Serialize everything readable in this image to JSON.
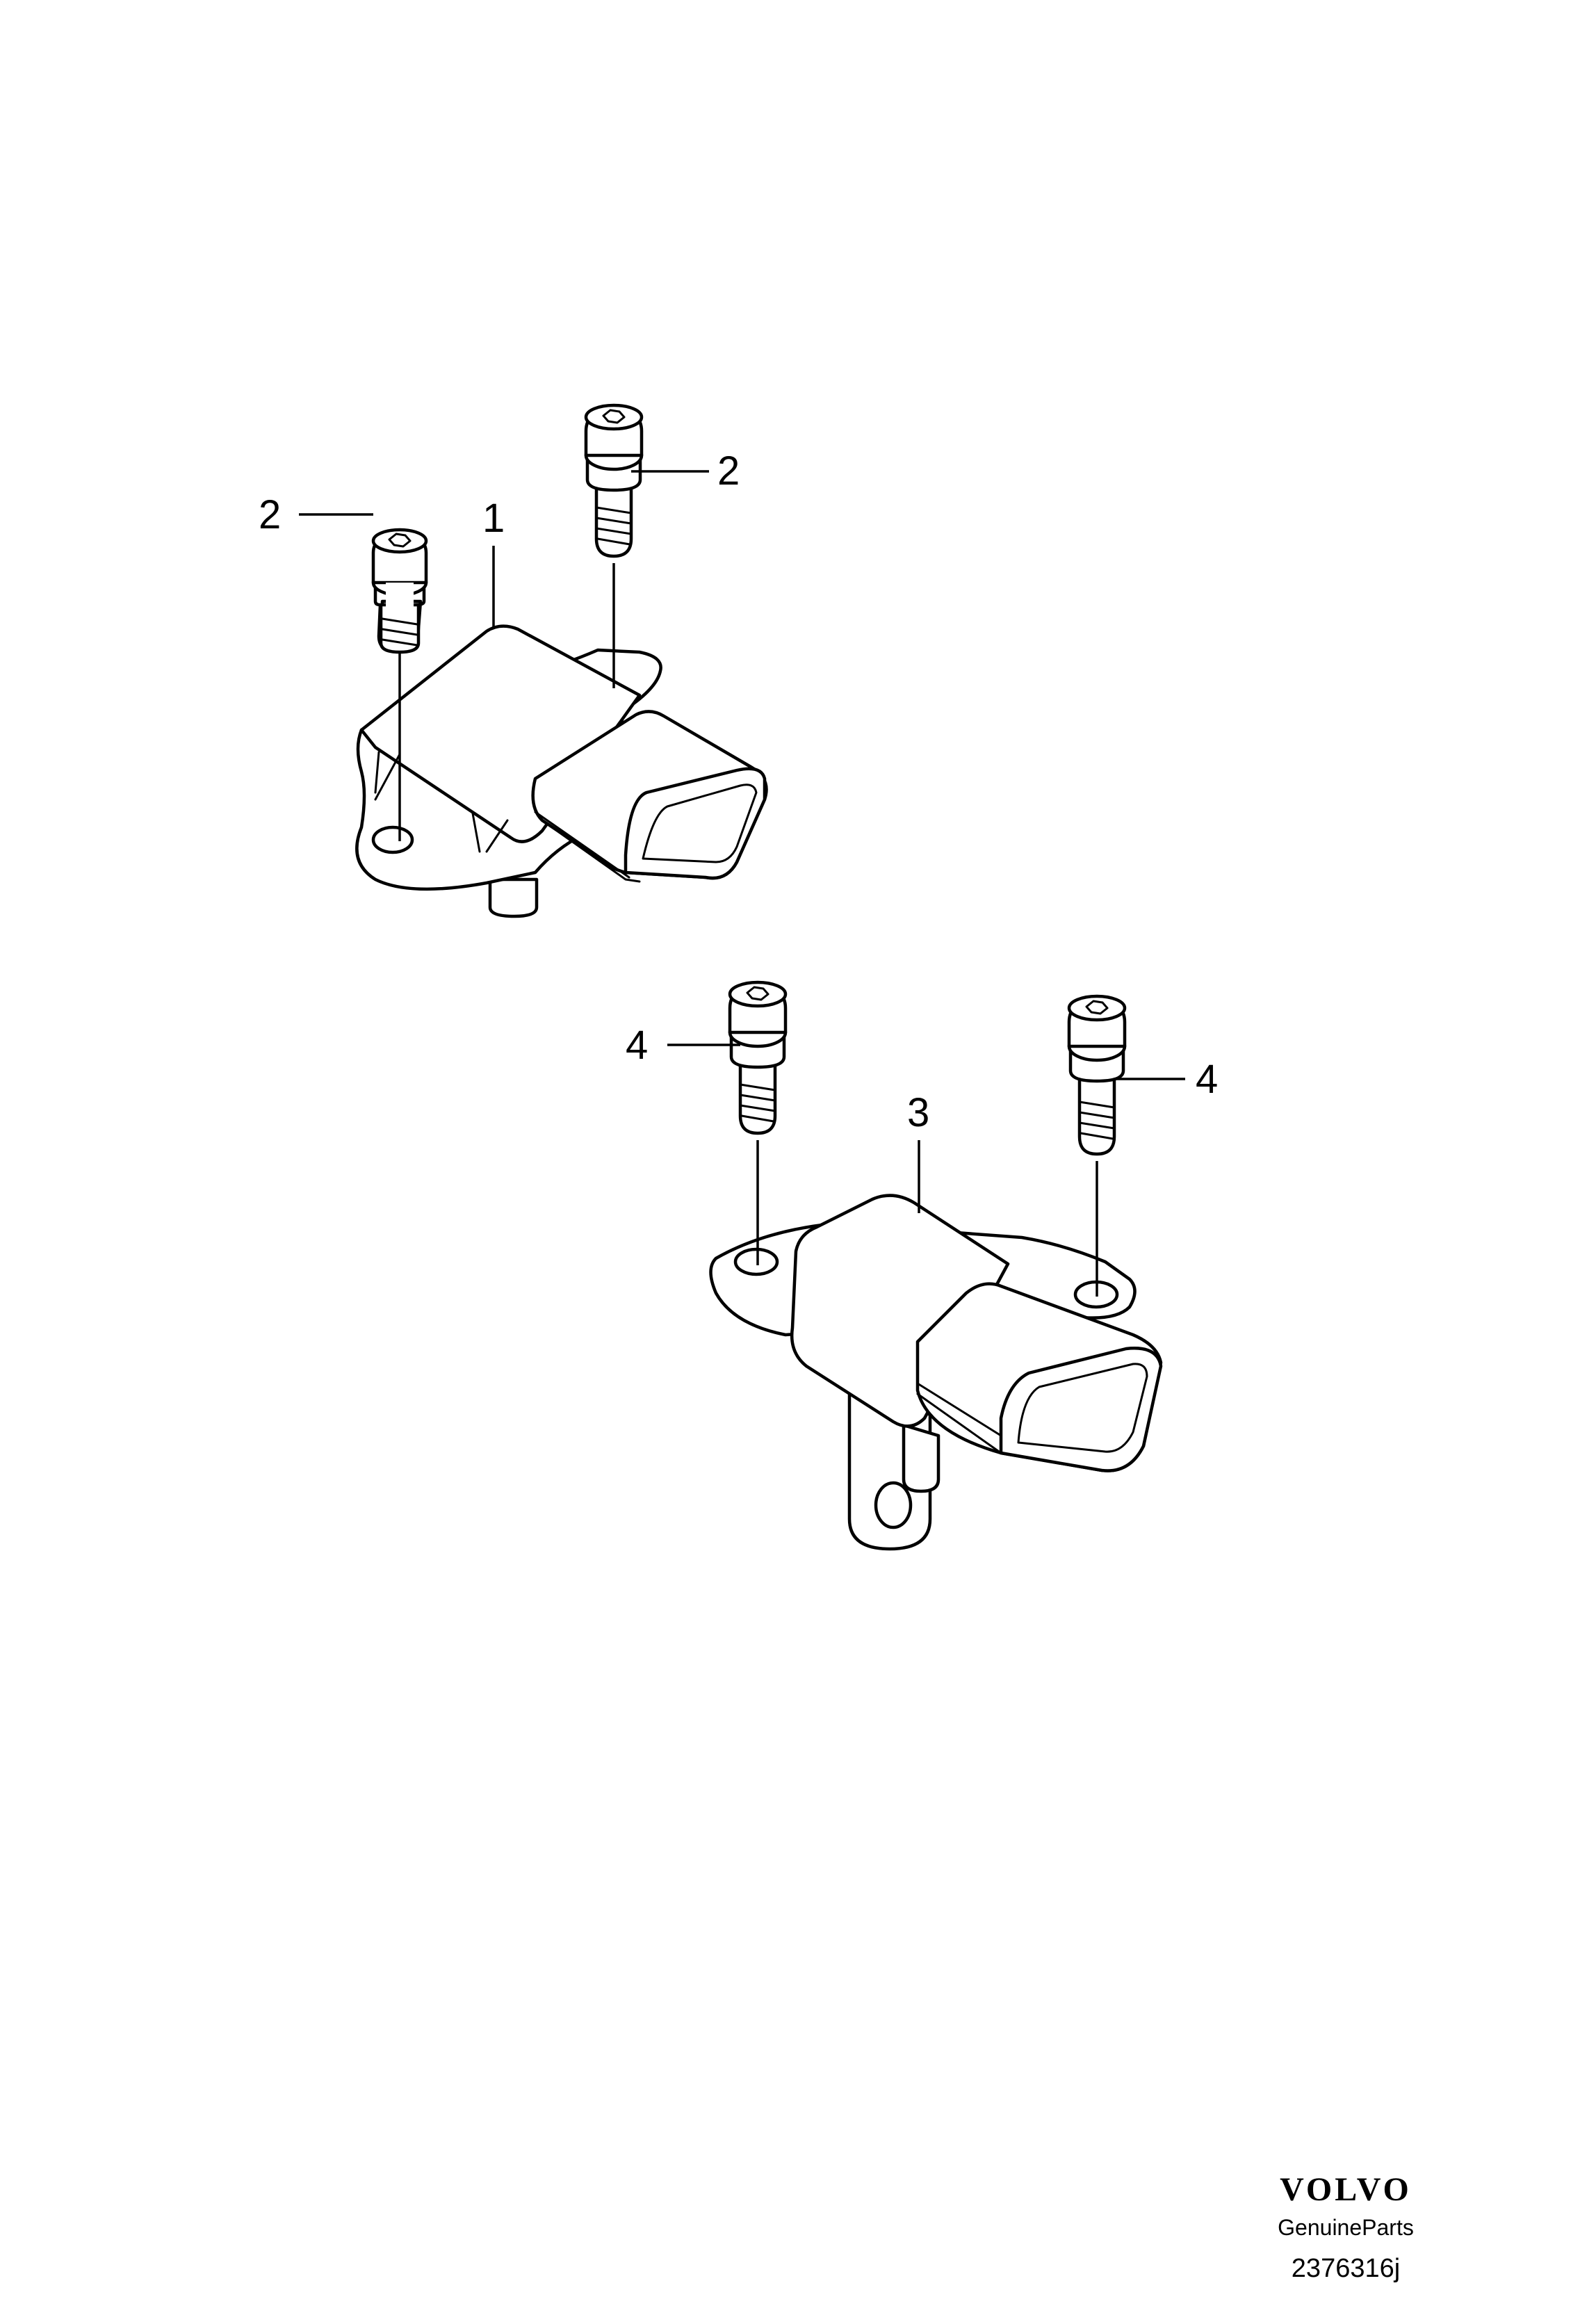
{
  "callouts": {
    "sensor_upper": "1",
    "screw_upper_left": "2",
    "screw_upper_right": "2",
    "sensor_lower": "3",
    "screw_lower_left": "4",
    "screw_lower_right": "4"
  },
  "footer": {
    "brand": "VOLVO",
    "subtitle": "GenuineParts",
    "diagram_number": "2376316j"
  }
}
